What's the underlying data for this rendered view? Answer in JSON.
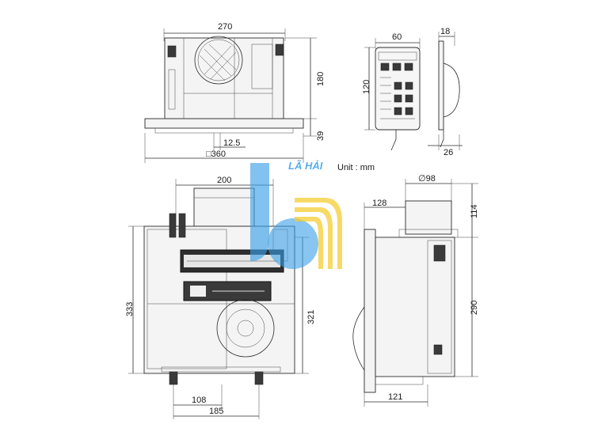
{
  "unit_label": "Unit : mm",
  "watermark": {
    "text": "LÃ HẢI",
    "color": "#3aa0e8",
    "accent": "#f2c200"
  },
  "top_view": {
    "width": "270",
    "height": "180",
    "flange": "39",
    "offset": "12.5",
    "outer": "□360"
  },
  "remote": {
    "width": "60",
    "depth": "18",
    "height": "120",
    "bottom": "26"
  },
  "front_view": {
    "top_width": "200",
    "height_left": "333",
    "height_right": "321",
    "bottom_a": "108",
    "bottom_b": "185"
  },
  "side_view": {
    "duct": "∅98",
    "offset": "128",
    "top": "114",
    "height": "290",
    "bottom": "121"
  }
}
